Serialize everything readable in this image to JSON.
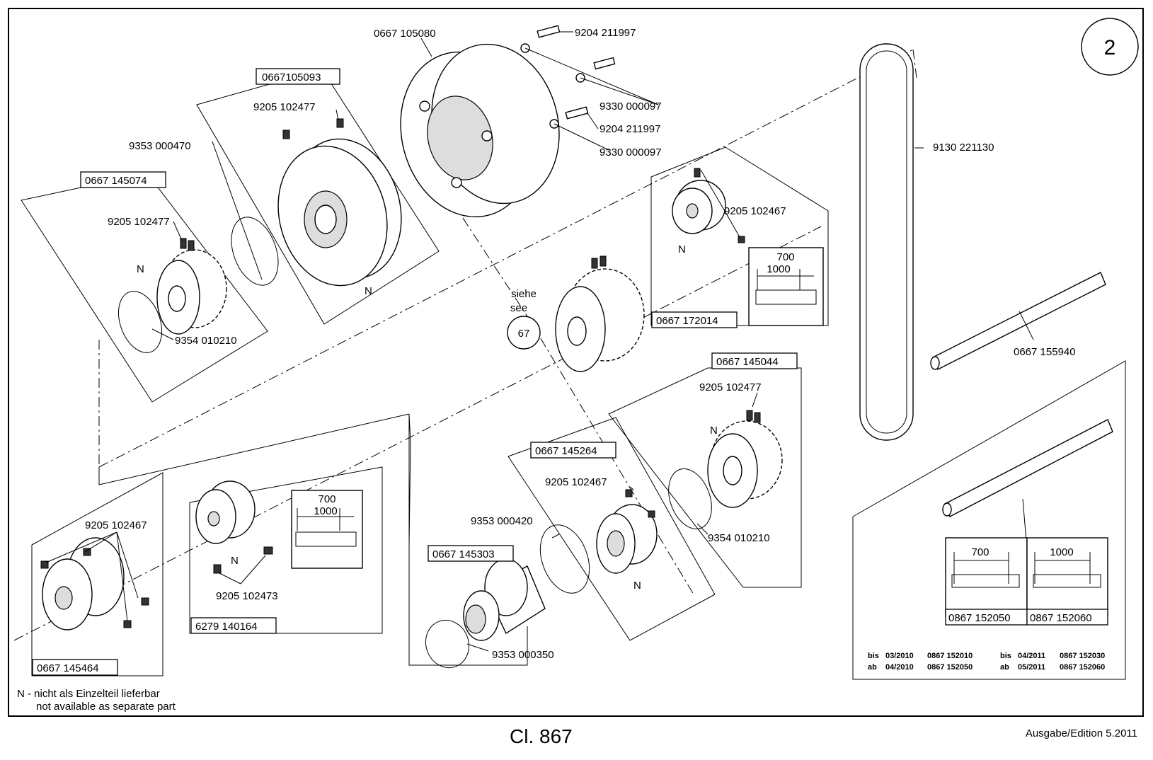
{
  "page_number": "2",
  "footer": {
    "title": "Cl. 867",
    "edition": "Ausgabe/Edition 5.2011"
  },
  "note": {
    "de": "N - nicht als Einzelteil lieferbar",
    "en": "not available as separate part"
  },
  "refer": {
    "de": "siehe",
    "en": "see",
    "page": "67"
  },
  "n_marker": "N",
  "assemblies": {
    "a1": "0667105093",
    "a2": "0667 145074",
    "a3": "0667 172014",
    "a4": "0667 145044",
    "a5": "0667 145264",
    "a6": "0667 145303",
    "a7": "6279 140164",
    "a8": "0667 145464"
  },
  "parts": {
    "p1": "0667 105080",
    "p2": "9204 211997",
    "p3": "9330 000097",
    "p4": "9204 211997",
    "p5": "9330 000097",
    "p6": "9205 102477",
    "p7": "9353 000470",
    "p8": "9205 102477",
    "p9": "9354 010210",
    "p10": "9130 221130",
    "p11": "9205 102467",
    "p12": "0667 155940",
    "p13": "9205 102477",
    "p14": "9354 010210",
    "p15": "9205 102467",
    "p16": "9353 000420",
    "p17": "9353 000350",
    "p18": "9205 102467",
    "p19": "9205 102473"
  },
  "length_gauges": {
    "g1": {
      "a": "700",
      "b": "1000"
    },
    "g2": {
      "a": "700",
      "b": "1000"
    },
    "g3": {
      "a": "700"
    },
    "g4": {
      "a": "1000"
    }
  },
  "shaft_boxes": {
    "s1": "0867 152050",
    "s2": "0867 152060"
  },
  "history": {
    "left": [
      {
        "when": "bis",
        "date": "03/2010",
        "part": "0867 152010"
      },
      {
        "when": "ab",
        "date": "04/2010",
        "part": "0867 152050"
      }
    ],
    "right": [
      {
        "when": "bis",
        "date": "04/2011",
        "part": "0867 152030"
      },
      {
        "when": "ab",
        "date": "05/2011",
        "part": "0867 152060"
      }
    ]
  }
}
